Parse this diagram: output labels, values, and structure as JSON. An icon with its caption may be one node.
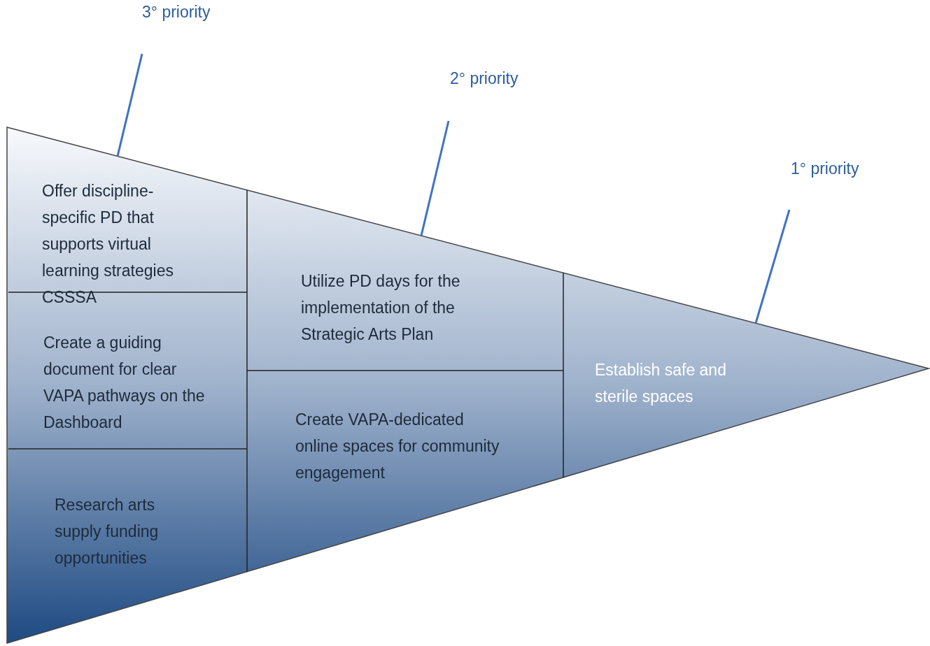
{
  "diagram": {
    "nodes": [
      {
        "text": [
          "3° priority"
        ]
      },
      {
        "text": [
          "2° priority"
        ]
      },
      {
        "text": [
          "1° priority"
        ]
      },
      {
        "text": [],
        "shape": "triangle"
      },
      {
        "text": [
          "Offer discipline-specific PD that supports virtual learning strategies CSSSA"
        ],
        "in": 3
      },
      {
        "text": [
          "Create a guiding document for clear VAPA pathways on the Dashboard"
        ],
        "in": 3
      },
      {
        "text": [
          "Research arts supply funding opportunities"
        ],
        "in": 3
      },
      {
        "text": [
          "Utilize PD days for the implementation of the Strategic Arts Plan"
        ],
        "in": 3
      },
      {
        "text": [
          "Create VAPA-dedicated online spaces for community engagement"
        ],
        "in": 3
      },
      {
        "text": [
          "Establish safe and sterile spaces"
        ],
        "in": 3
      }
    ],
    "edges": [
      {
        "from": 0,
        "to": 3,
        "arrow": "none"
      },
      {
        "from": 1,
        "to": 3,
        "arrow": "none"
      },
      {
        "from": 2,
        "to": 3,
        "arrow": "none"
      }
    ]
  }
}
